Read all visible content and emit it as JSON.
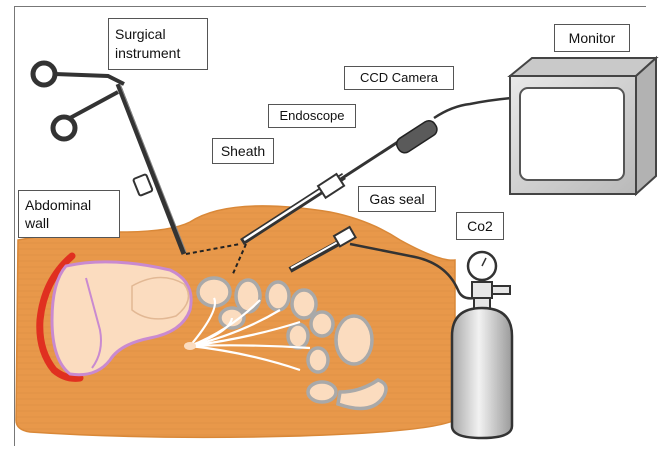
{
  "labels": {
    "surgical_instrument": "Surgical instrument",
    "monitor": "Monitor",
    "ccd_camera": "CCD Camera",
    "endoscope": "Endoscope",
    "sheath": "Sheath",
    "abdominal_wall": "Abdominal wall",
    "gas_seal": "Gas seal",
    "co2": "Co2"
  },
  "colors": {
    "abdomen": "#e8984a",
    "abdomen_edge": "#d98838",
    "organ_fill": "#fbdcbf",
    "liver_outline": "#c98ad0",
    "bowel_outline": "#a9a9a9",
    "wall_red": "#e03020",
    "instrument": "#333333",
    "camera": "#555555",
    "monitor_body": "#d6d6d6",
    "cylinder": "#d9d9d9"
  }
}
